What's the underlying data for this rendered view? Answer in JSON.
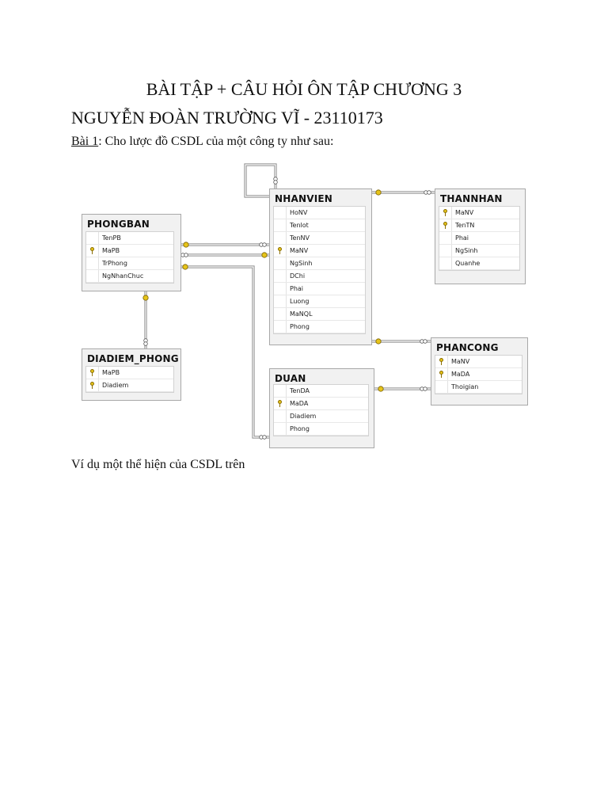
{
  "document": {
    "title": "BÀI TẬP + CÂU HỎI ÔN TẬP CHƯƠNG 3",
    "author": "NGUYỄN ĐOÀN TRƯỜNG VĨ - 23110173",
    "exercise_label": "Bài 1",
    "exercise_text": ": Cho lược đồ CSDL của một công ty như sau:",
    "example_text": "Ví dụ một thể hiện của CSDL trên"
  },
  "diagram": {
    "tables": [
      {
        "name": "PHONGBAN",
        "columns": [
          {
            "name": "TenPB",
            "key": false
          },
          {
            "name": "MaPB",
            "key": true
          },
          {
            "name": "TrPhong",
            "key": false
          },
          {
            "name": "NgNhanChuc",
            "key": false
          }
        ]
      },
      {
        "name": "DIADIEM_PHONG",
        "columns": [
          {
            "name": "MaPB",
            "key": true
          },
          {
            "name": "Diadiem",
            "key": true
          }
        ]
      },
      {
        "name": "NHANVIEN",
        "columns": [
          {
            "name": "HoNV",
            "key": false
          },
          {
            "name": "Tenlot",
            "key": false
          },
          {
            "name": "TenNV",
            "key": false
          },
          {
            "name": "MaNV",
            "key": true
          },
          {
            "name": "NgSinh",
            "key": false
          },
          {
            "name": "DChi",
            "key": false
          },
          {
            "name": "Phai",
            "key": false
          },
          {
            "name": "Luong",
            "key": false
          },
          {
            "name": "MaNQL",
            "key": false
          },
          {
            "name": "Phong",
            "key": false
          }
        ]
      },
      {
        "name": "THANNHAN",
        "columns": [
          {
            "name": "MaNV",
            "key": true
          },
          {
            "name": "TenTN",
            "key": true
          },
          {
            "name": "Phai",
            "key": false
          },
          {
            "name": "NgSinh",
            "key": false
          },
          {
            "name": "Quanhe",
            "key": false
          }
        ]
      },
      {
        "name": "PHANCONG",
        "columns": [
          {
            "name": "MaNV",
            "key": true
          },
          {
            "name": "MaDA",
            "key": true
          },
          {
            "name": "Thoigian",
            "key": false
          }
        ]
      },
      {
        "name": "DUAN",
        "columns": [
          {
            "name": "TenDA",
            "key": false
          },
          {
            "name": "MaDA",
            "key": true
          },
          {
            "name": "Diadiem",
            "key": false
          },
          {
            "name": "Phong",
            "key": false
          }
        ]
      }
    ],
    "colors": {
      "key_end": "#e6c41a",
      "line": "#8c8c8c"
    }
  }
}
